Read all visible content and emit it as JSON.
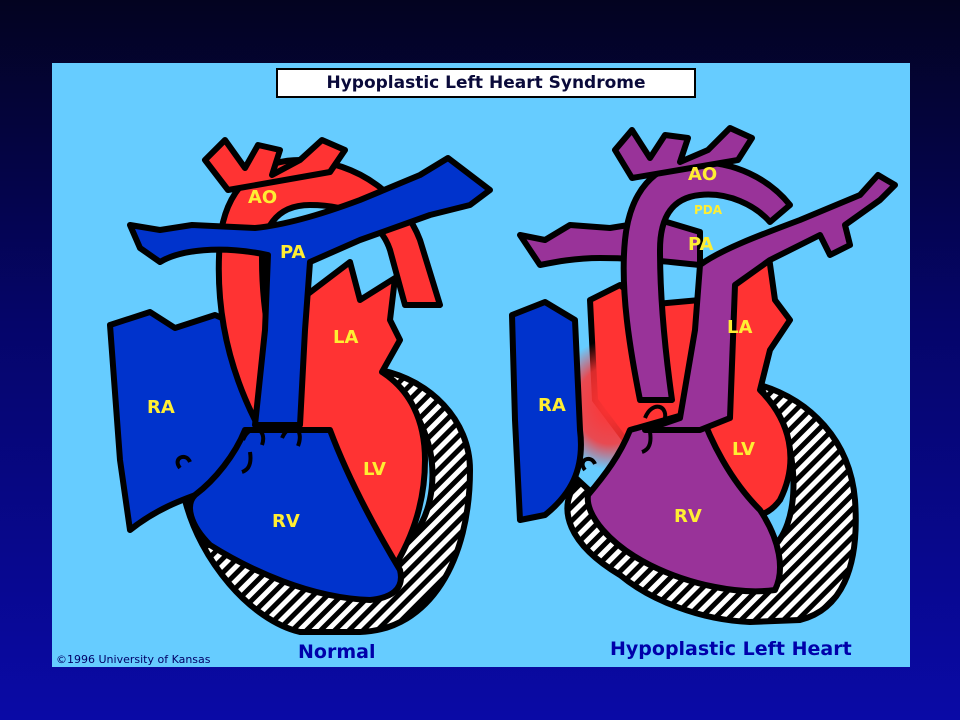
{
  "title": "Hypoplastic Left Heart Syndrome",
  "copyright": "©1996 University of Kansas",
  "normal": {
    "caption": "Normal",
    "labels": {
      "ao": "AO",
      "pa": "PA",
      "la": "LA",
      "ra": "RA",
      "lv": "LV",
      "rv": "RV"
    }
  },
  "hlhs": {
    "caption": "Hypoplastic Left Heart",
    "labels": {
      "ao": "AO",
      "pda": "PDA",
      "pa": "PA",
      "la": "LA",
      "ra": "RA",
      "lv": "LV",
      "rv": "RV"
    }
  },
  "colors": {
    "background_panel": "#66ccff",
    "oxygenated": "#ff3333",
    "deoxygenated": "#0033cc",
    "mixed": "#993399",
    "label_text": "#ffee33",
    "caption_text": "#0000aa"
  }
}
